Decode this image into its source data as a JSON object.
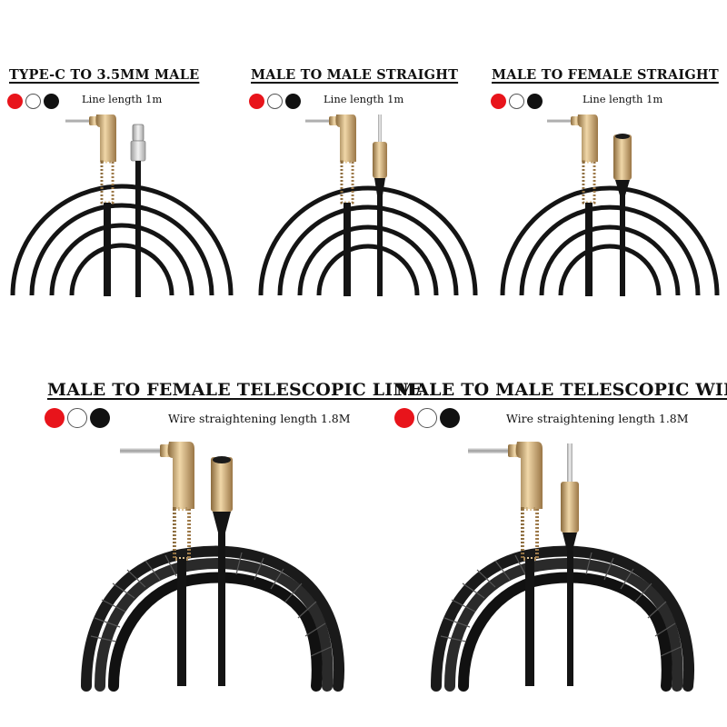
{
  "panels": [
    {
      "title": "TYPE-C TO 3.5MM MALE",
      "length": "Line length 1m",
      "swatches": [
        {
          "name": "red",
          "color": "#e8141b"
        },
        {
          "name": "white",
          "color": "#ffffff"
        },
        {
          "name": "black",
          "color": "#111111"
        }
      ]
    },
    {
      "title": "MALE TO MALE STRAIGHT",
      "length": "Line length 1m",
      "swatches": [
        {
          "name": "red",
          "color": "#e8141b"
        },
        {
          "name": "white",
          "color": "#ffffff"
        },
        {
          "name": "black",
          "color": "#111111"
        }
      ]
    },
    {
      "title": "MALE TO FEMALE STRAIGHT",
      "length": "Line length 1m",
      "swatches": [
        {
          "name": "red",
          "color": "#e8141b"
        },
        {
          "name": "white",
          "color": "#ffffff"
        },
        {
          "name": "black",
          "color": "#111111"
        }
      ]
    },
    {
      "title": "MALE TO FEMALE TELESCOPIC LINE",
      "length": "Wire straightening length 1.8M",
      "swatches": [
        {
          "name": "red",
          "color": "#e8141b"
        },
        {
          "name": "white",
          "color": "#ffffff"
        },
        {
          "name": "black",
          "color": "#111111"
        }
      ]
    },
    {
      "title": "MALE TO MALE TELESCOPIC WIRE",
      "length": "Wire straightening length 1.8M",
      "swatches": [
        {
          "name": "red",
          "color": "#e8141b"
        },
        {
          "name": "white",
          "color": "#ffffff"
        },
        {
          "name": "black",
          "color": "#111111"
        }
      ]
    }
  ],
  "colors": {
    "cable": "#141414",
    "gold": "#c9a46b",
    "gold_dark": "#8a6a3c",
    "silver": "#c8c8c8"
  }
}
